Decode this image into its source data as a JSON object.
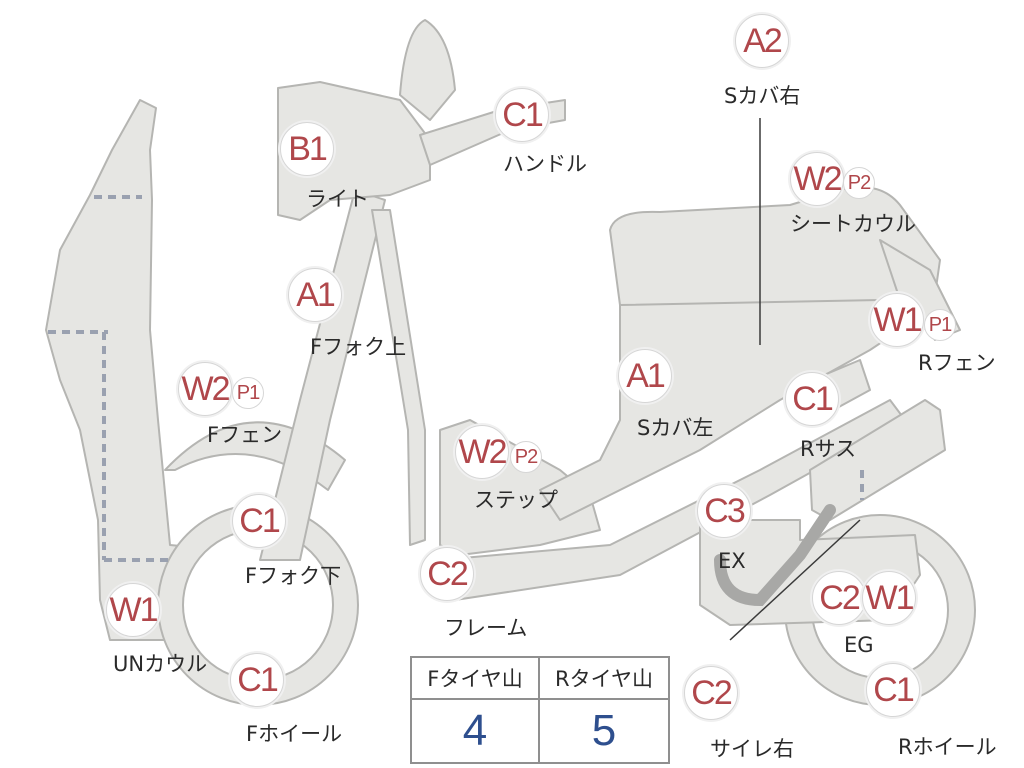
{
  "colors": {
    "body_fill": "#e6e6e3",
    "body_stroke": "#b5b5b2",
    "dashed_line": "#9aa1b0",
    "badge_text": "#b0474b",
    "table_value": "#2e4f8e"
  },
  "badges": {
    "a2": "A2",
    "b1": "B1",
    "c1_handle": "C1",
    "w2_seat": "W2",
    "a1_fork": "A1",
    "w1_rear": "W1",
    "w2_ffender": "W2",
    "a1_scover": "A1",
    "c1_rsus": "C1",
    "w2_step": "W2",
    "c3_ex": "C3",
    "c1_ffork": "C1",
    "c2_frame": "C2",
    "c2_eg": "C2",
    "w1_eg": "W1",
    "w1_un": "W1",
    "c1_fwheel": "C1",
    "c1_rwheel": "C1",
    "c2_silencer": "C2"
  },
  "pbadges": {
    "p2_seat": "P2",
    "p1_rear": "P1",
    "p1_ffender": "P1",
    "p2_step": "P2"
  },
  "labels": {
    "scover_right": "Sカバ右",
    "handle": "ハンドル",
    "light": "ライト",
    "seat_cowl": "シートカウル",
    "ffork_upper": "Fフォク上",
    "rfender": "Rフェン",
    "ffender": "Fフェン",
    "scover_left": "Sカバ左",
    "rsus": "Rサス",
    "step": "ステップ",
    "ex": "EX",
    "ffork_lower": "Fフォク下",
    "frame": "フレーム",
    "eg": "EG",
    "un_cowl": "UNカウル",
    "fwheel": "Fホイール",
    "silencer_right": "サイレ右",
    "rwheel": "Rホイール"
  },
  "tread_table": {
    "front_header": "Fタイヤ山",
    "rear_header": "Rタイヤ山",
    "front_value": "4",
    "rear_value": "5"
  }
}
